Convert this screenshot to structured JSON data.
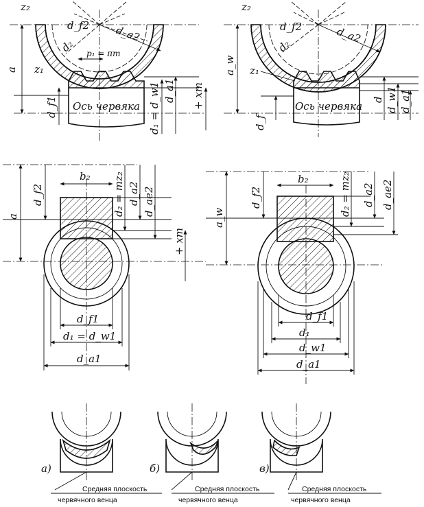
{
  "fig1": {
    "z2": "z₂",
    "df2": "d_f2",
    "da2": "d_a2",
    "d2": "d₂",
    "p1": "p₁ = πm",
    "a": "a",
    "z1": "z₁",
    "df1": "d_f1",
    "axis_label": "Ось червяка",
    "d1_dw1": "d₁ = d_w1",
    "da1": "d_a1",
    "xm": "+ xm"
  },
  "fig2": {
    "z2": "z₂",
    "df2": "d_f2",
    "da2": "d_a2",
    "d2": "d₂",
    "aw": "a_w",
    "z1": "z₁",
    "df": "d_f",
    "axis_label": "Ось червяка",
    "d": "d",
    "dw1": "d_w1",
    "da1": "d_a1"
  },
  "fig3": {
    "a": "a",
    "df2": "d_f2",
    "b2": "b₂",
    "d2": "d₂ = mz₂",
    "da2": "d_a2",
    "dae2": "d_ae2",
    "xm": "+ xm",
    "df1": "d_f1",
    "d1_dw1": "d₁ = d_w1",
    "da1": "d_a1"
  },
  "fig4": {
    "aw": "a_w",
    "df2": "d_f2",
    "b2": "b₂",
    "d2": "d₂ = mz₂",
    "da2": "d_a2",
    "dae2": "d_ae2",
    "df1": "d_f1",
    "d1": "d₁",
    "dw1": "d_w1",
    "da1": "d_a1"
  },
  "contact": {
    "a_letter": "а)",
    "b_letter": "б)",
    "v_letter": "в)",
    "caption_line1": "Средняя плоскость",
    "caption_line2": "червячного венца"
  }
}
